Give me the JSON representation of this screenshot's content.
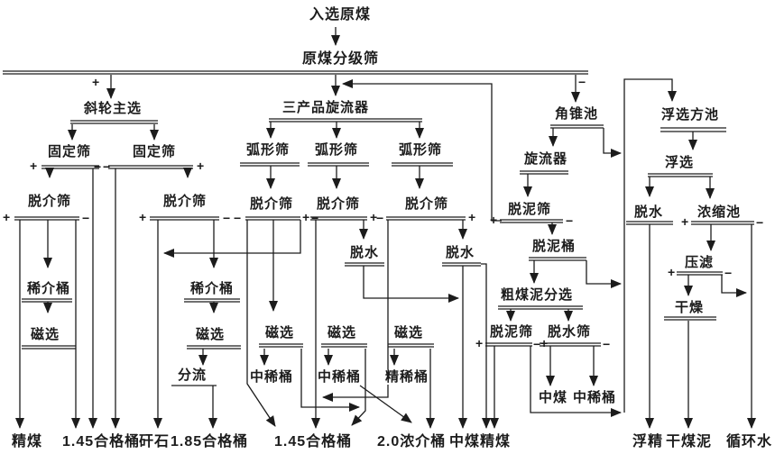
{
  "diagram_title": "coal-preparation-flowsheet",
  "units": {
    "raw_coal_feed": "入选原煤",
    "classifying_screen": "原煤分级筛",
    "inclined_wheel_separator": "斜轮主选",
    "three_product_cyclone": "三产品旋流器",
    "cone_pool": "角锥池",
    "flotation_square_pool": "浮选方池",
    "fixed_screen": "固定筛",
    "arc_screen": "弧形筛",
    "cyclone": "旋流器",
    "flotation": "浮选",
    "media_drain_screen": "脱介筛",
    "dewatering": "脱水",
    "thickening_pool": "浓缩池",
    "desliming_screen": "脱泥筛",
    "desliming_barrel": "脱泥桶",
    "press_filtration": "压滤",
    "dilute_media_barrel": "稀介桶",
    "coarse_slime_separation": "粗煤泥分选",
    "drying": "干燥",
    "magnetic_separation": "磁选",
    "dewatering_screen": "脱水筛",
    "split_flow": "分流",
    "middling_dilute_barrel": "中稀桶",
    "clean_dilute_barrel": "精稀桶"
  },
  "products": {
    "clean_coal": "精煤",
    "qualified_barrel_145": "1.45合格桶",
    "gangue": "矸石",
    "qualified_barrel_185": "1.85合格桶",
    "concentrated_media_barrel_20": "2.0浓介桶",
    "middling_coal": "中煤",
    "flotation_concentrate": "浮精",
    "dry_slime": "干煤泥",
    "circulating_water": "循环水"
  },
  "signs": {
    "plus": "+",
    "minus": "−"
  },
  "colors": {
    "line": "#1c1c1c",
    "background": "#ffffff",
    "text": "#1c1c1c"
  }
}
